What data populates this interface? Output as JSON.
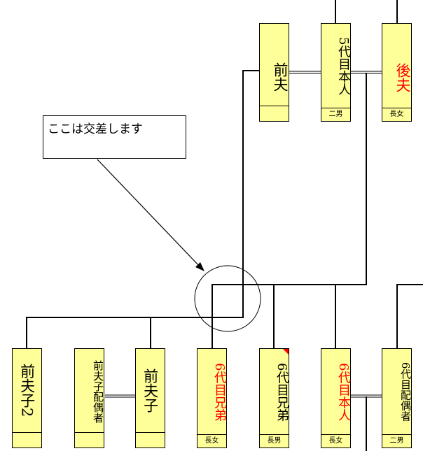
{
  "callout": {
    "text": "ここは交差します"
  },
  "cards": {
    "top_first_husband": {
      "name": "前夫",
      "relation": ""
    },
    "top_self": {
      "name": "5代目本人",
      "relation": "二男"
    },
    "top_second_husband": {
      "name": "後夫",
      "relation": "長女"
    },
    "bottom_child2": {
      "name": "前夫子2",
      "relation": ""
    },
    "bottom_spouse": {
      "name": "前夫子配偶者",
      "relation": ""
    },
    "bottom_child": {
      "name": "前夫子",
      "relation": ""
    },
    "bottom_sibling_f": {
      "name": "6代目兄弟",
      "relation": "長女"
    },
    "bottom_sibling_m": {
      "name": "6代目兄弟",
      "relation": "長男"
    },
    "bottom_gen6_self": {
      "name": "6代目本人",
      "relation": "長女"
    },
    "bottom_gen6_spouse": {
      "name": "6代目配偶者",
      "relation": "二男"
    }
  },
  "colors": {
    "card_fill": "#ffff99",
    "highlight_text": "#ff0000",
    "line": "#000000"
  }
}
